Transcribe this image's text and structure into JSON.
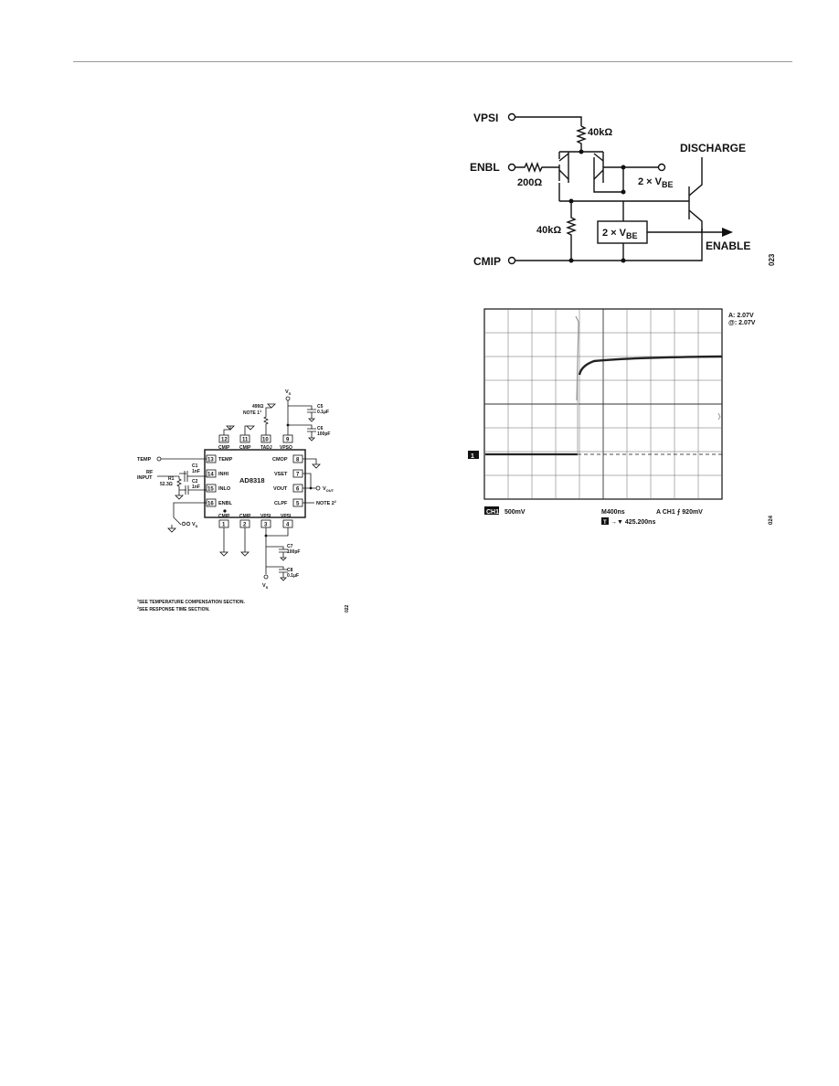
{
  "enable_circuit": {
    "pins": {
      "vpsi": "VPSI",
      "enbl": "ENBL",
      "cmip": "CMIP",
      "discharge": "DISCHARGE",
      "enable": "ENABLE"
    },
    "r_top": "40kΩ",
    "r_bottom": "40kΩ",
    "r_input": "200Ω",
    "vbe_node": "2 × V",
    "vbe_box": "2 × V",
    "vbe_sub": "BE",
    "fig_id": "023"
  },
  "schematic": {
    "chip_name": "AD8318",
    "vs": "V",
    "vs_sub": "S",
    "vout": "V",
    "vout_sub": "OUT",
    "temp": "TEMP",
    "rf_line1": "RF",
    "rf_line2": "INPUT",
    "r1_name": "R1",
    "r1_value": "52.3Ω",
    "c1_name": "C1",
    "c1_value": "1nF",
    "c2_name": "C2",
    "c2_value": "1nF",
    "c5_name": "C5",
    "c5_value": "0.1μF",
    "c6_name": "C6",
    "c6_value": "100pF",
    "c7_name": "C7",
    "c7_value": "100pF",
    "c8_name": "C8",
    "c8_value": "0.1μF",
    "r_tadj": "499Ω",
    "note1": "NOTE 1",
    "note2": "NOTE 2",
    "sup1": "1",
    "sup2": "2",
    "footnote1": "SEE TEMPERATURE COMPENSATION SECTION.",
    "footnote2": "SEE RESPONSE TIME SECTION.",
    "fig_id": "022",
    "pins": {
      "p1": "1",
      "p2": "2",
      "p3": "3",
      "p4": "4",
      "p5": "5",
      "p6": "6",
      "p7": "7",
      "p8": "8",
      "p9": "9",
      "p10": "10",
      "p11": "11",
      "p12": "12",
      "p13": "13",
      "p14": "14",
      "p15": "15",
      "p16": "16"
    },
    "pin_labels": {
      "cmip1": "CMIP",
      "cmip2": "CMIP",
      "vpsi1": "VPSI",
      "vpsi2": "VPSI",
      "clpf": "CLPF",
      "vout": "VOUT",
      "vset": "VSET",
      "cmop": "CMOP",
      "vpso": "VPSO",
      "tadj": "TADJ",
      "cmip11": "CMIP",
      "cmip12": "CMIP",
      "temp": "TEMP",
      "inhi": "INHI",
      "inlo": "INLO",
      "enbl": "ENBL"
    }
  },
  "scope": {
    "trigger_a": "A: 2.07V",
    "trigger_at": "@: 2.07V",
    "channel": "CH1",
    "scale": "500mV",
    "timebase": "M400ns",
    "trig_setting": "A  CH1  ⨍  920mV",
    "trig_pos": "T",
    "trig_delay": "→▼ 425.200ns",
    "ch_marker": "1",
    "fig_id": "024"
  }
}
